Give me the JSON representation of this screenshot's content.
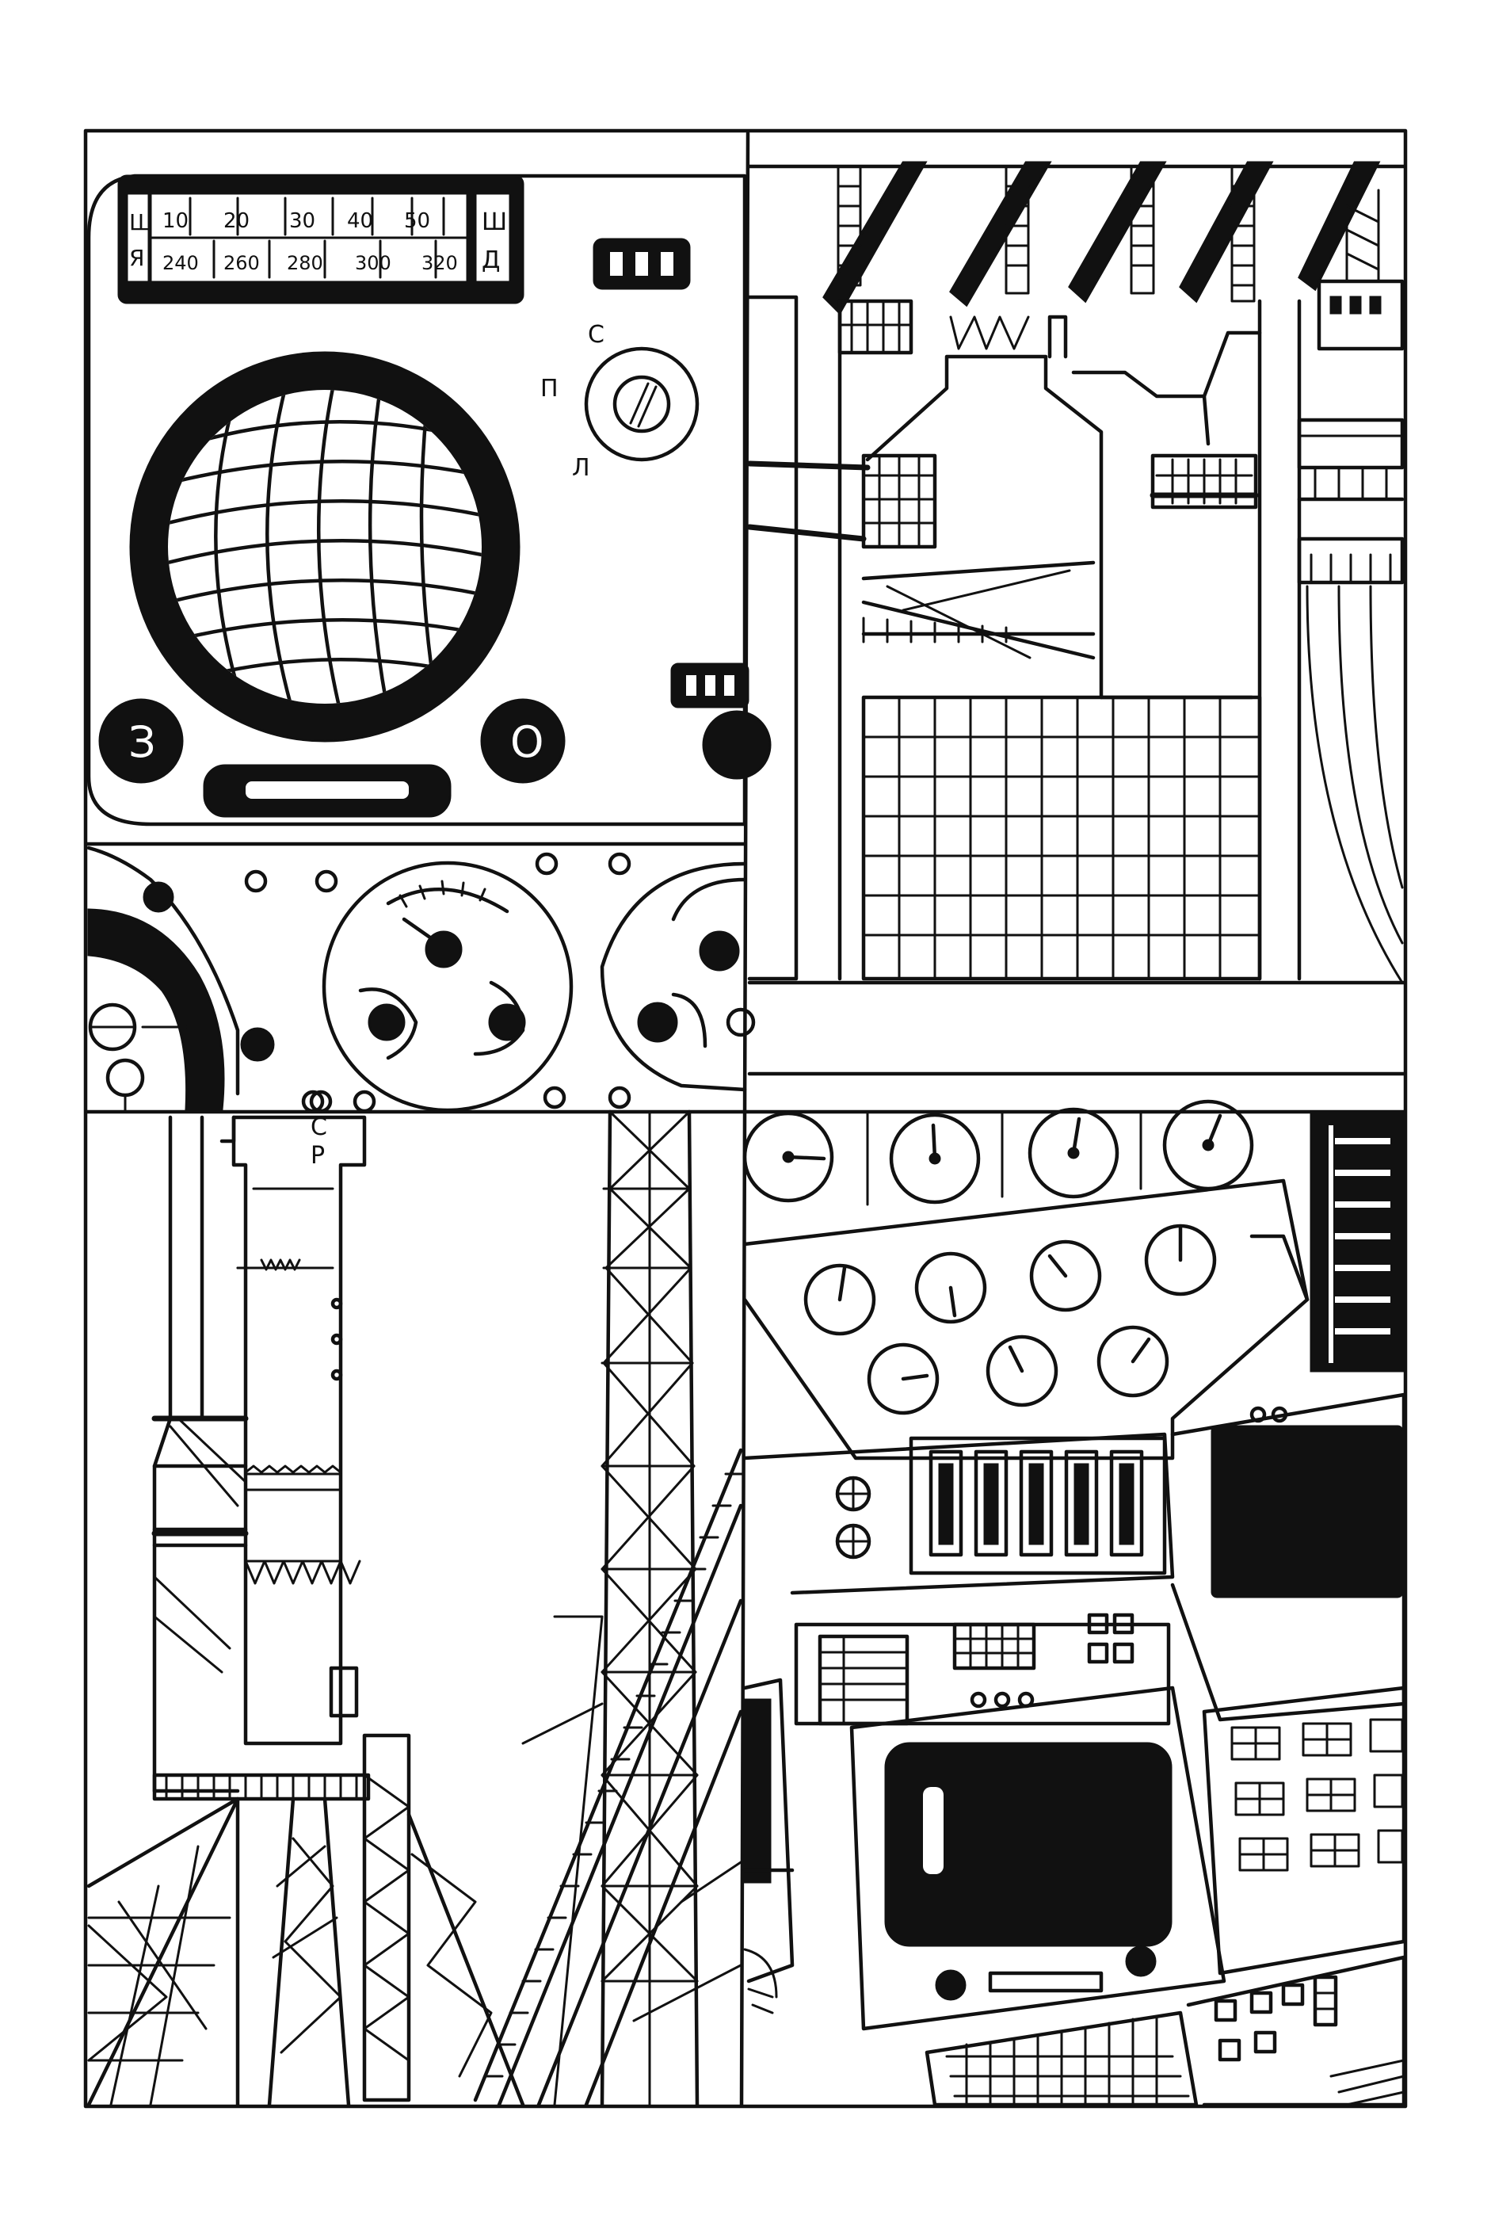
{
  "tuning_dial": {
    "left_band_top": "Ш",
    "left_band_bottom": "Я",
    "right_band_top": "Ш",
    "right_band_bottom": "Д",
    "scale_top": [
      "10",
      "20",
      "30",
      "40",
      "50"
    ],
    "scale_bottom": [
      "240",
      "260",
      "280",
      "300",
      "320"
    ]
  },
  "switch_labels": {
    "top": "С",
    "left": "П",
    "bottom": "Л"
  },
  "knob_labels": {
    "left": "З",
    "right": "О"
  },
  "rocket_labels": {
    "nose_top": "С",
    "nose_bottom": "Р"
  },
  "colors": {
    "ink": "#111111",
    "paper": "#ffffff"
  }
}
